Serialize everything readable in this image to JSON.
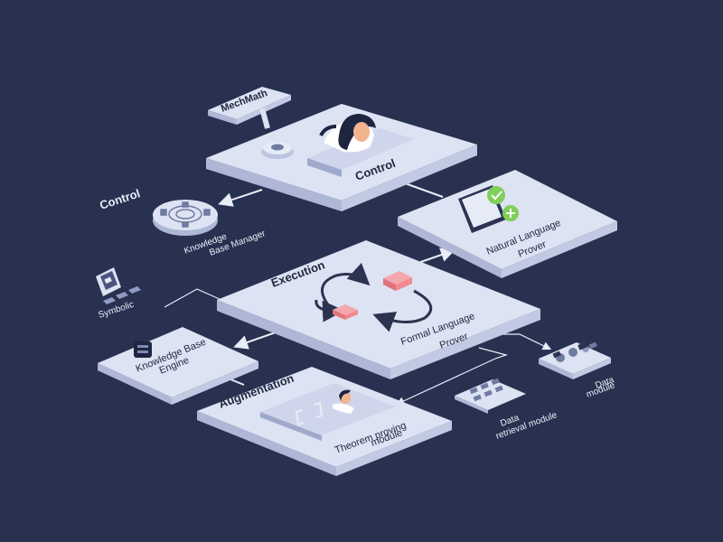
{
  "diagram": {
    "brand_label": "MechMath",
    "control_platform_label": "Control",
    "control_side_label": "Control",
    "kb_manager_label_line1": "Knowledge",
    "kb_manager_label_line2": "Base Manager",
    "nl_prover_label_line1": "Natural Language",
    "nl_prover_label_line2": "Prover",
    "execution_label": "Execution",
    "formal_prover_label_line1": "Formal Language",
    "formal_prover_label_line2": "Prover",
    "symbolic_label": "Symbolic",
    "kb_engine_label_line1": "Knowledge Base",
    "kb_engine_label_line2": "Engine",
    "augmentation_label": "Augmentation",
    "theorem_module_label_line1": "Theorem proving",
    "theorem_module_label_line2": "module",
    "data_retrieval_label_line1": "Data",
    "data_retrieval_label_line2": "retrieval module",
    "data_module_label_line1": "Data",
    "data_module_label_line2": "module"
  },
  "colors": {
    "background": "#283150",
    "platform_top": "#dde3f3",
    "platform_side": "#aeb8d6",
    "accent_red": "#f08a90",
    "accent_green": "#7fcf5a",
    "icon_dark": "#2b3350"
  }
}
